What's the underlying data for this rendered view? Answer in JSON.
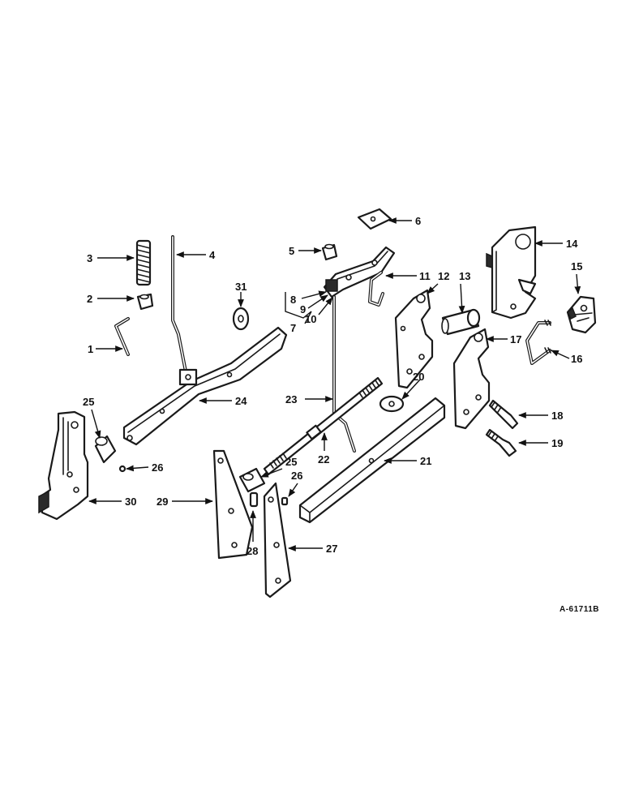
{
  "callouts": {
    "c1": "1",
    "c2": "2",
    "c3": "3",
    "c4": "4",
    "c5": "5",
    "c6": "6",
    "c7": "7",
    "c8": "8",
    "c9": "9",
    "c10": "10",
    "c11": "11",
    "c12": "12",
    "c13": "13",
    "c14": "14",
    "c15": "15",
    "c16": "16",
    "c17": "17",
    "c18": "18",
    "c19": "19",
    "c20": "20",
    "c21": "21",
    "c22": "22",
    "c23": "23",
    "c24": "24",
    "c25a": "25",
    "c25b": "25",
    "c26a": "26",
    "c26b": "26",
    "c27": "27",
    "c28": "28",
    "c29": "29",
    "c30": "30",
    "c31": "31"
  },
  "reference": "A-61711B"
}
